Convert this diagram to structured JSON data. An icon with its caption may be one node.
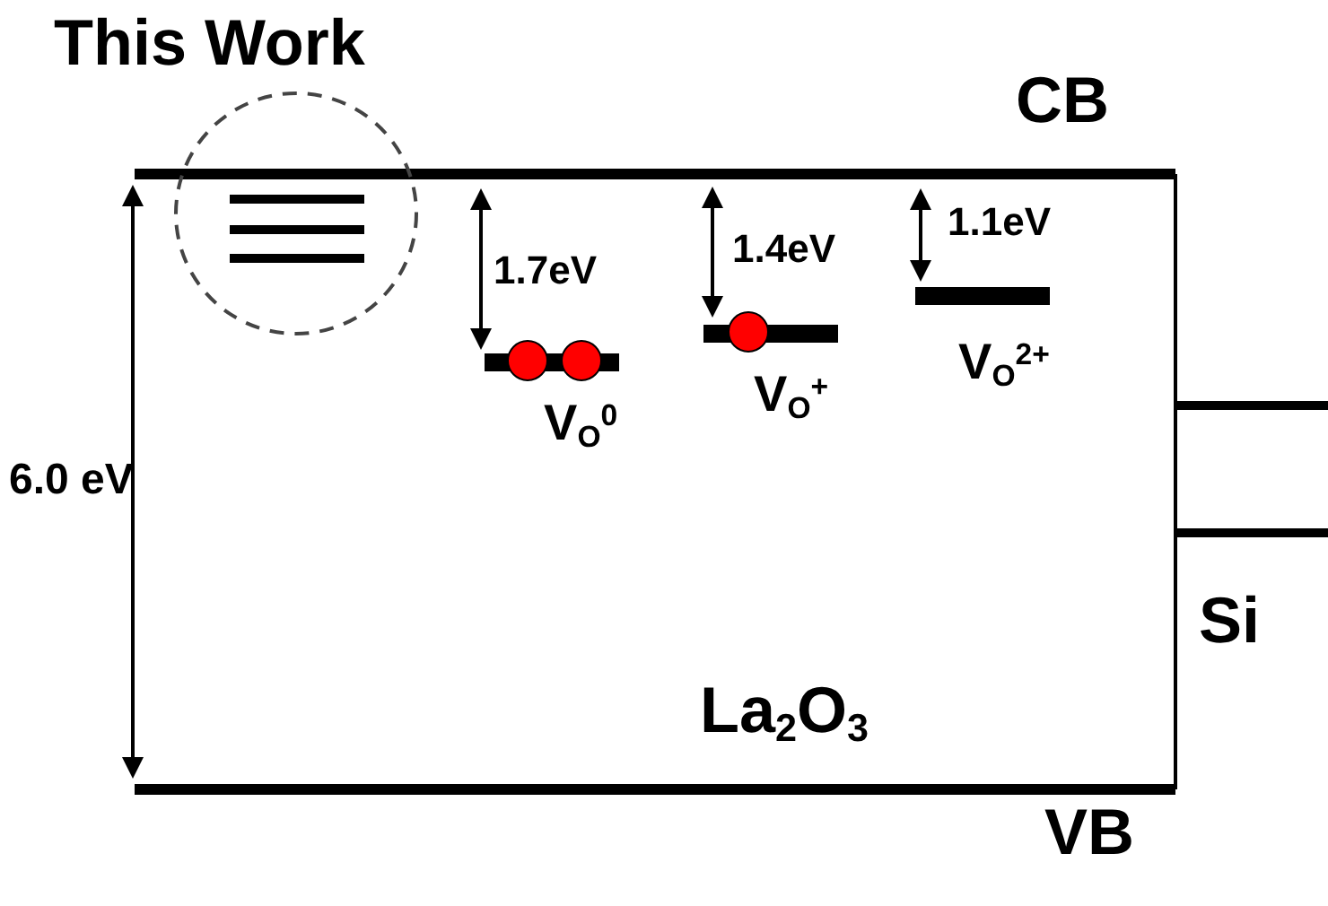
{
  "diagram": {
    "labels": [
      "This Work",
      "CB",
      "1.7eV",
      "1.4eV",
      "1.1eV",
      "V$_{O}$$^{0}$",
      "V$_{O}$$^{+}$",
      "V$_{O}$$^{2+}$",
      "6.0 eV",
      "Si",
      "La$_{2}$O$_{3}$",
      "VB"
    ]
  }
}
